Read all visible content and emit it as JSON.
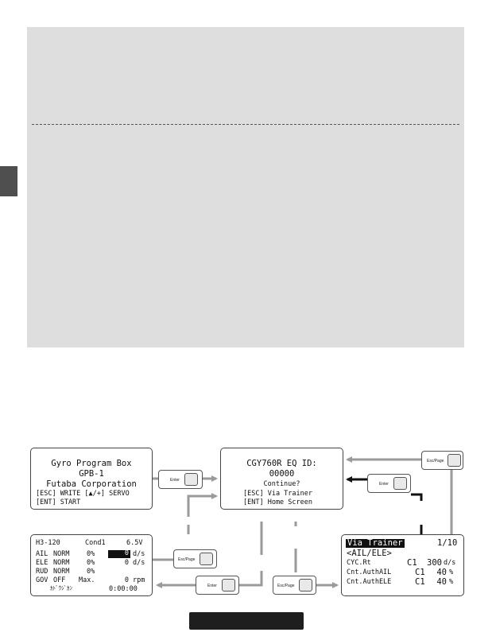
{
  "screen_startup": {
    "line1": "Gyro Program Box",
    "line2": "GPB-1",
    "line3": "Futaba Corporation",
    "line4": "[ESC] WRITE [▲/+] SERVO",
    "line5": "[ENT] START"
  },
  "screen_continue": {
    "line1": "CGY760R EQ ID:",
    "line2": "00000",
    "line3": "Continue?",
    "line4": "[ESC] Via Trainer",
    "line5": "[ENT] Home Screen"
  },
  "screen_home": {
    "header": [
      "H3-120",
      "Cond1",
      "6.5V"
    ],
    "rows": [
      {
        "label": "AIL",
        "mode": "NORM",
        "pct": "0%",
        "value": "0",
        "unit": "d/s"
      },
      {
        "label": "ELE",
        "mode": "NORM",
        "pct": "0%",
        "value": "0",
        "unit": "d/s"
      },
      {
        "label": "RUD",
        "mode": "NORM",
        "pct": "0%"
      }
    ],
    "gov": {
      "label": "GOV",
      "mode": "OFF",
      "max_label": "Max.",
      "value": "0",
      "unit": "rpm"
    },
    "timer": {
      "label": "ｶﾄﾞｳｼﾞｶﾝ",
      "value": "0:00:00"
    }
  },
  "screen_trainer": {
    "title": "Via Trainer",
    "page": "1/10",
    "subtitle": "<AIL/ELE>",
    "rows": [
      {
        "label": "CYC.Rt",
        "cond": "C1",
        "value": "300",
        "unit": "d/s"
      },
      {
        "label": "Cnt.AuthAIL",
        "cond": "C1",
        "value": "40",
        "unit": "%"
      },
      {
        "label": "Cnt.AuthELE",
        "cond": "C1",
        "value": "40",
        "unit": "%"
      }
    ]
  },
  "buttons": {
    "enter": "Enter",
    "esc_page": "Esc/Page"
  },
  "colors": {
    "arrow_gray": "#9a9a9a",
    "arrow_black": "#111111",
    "panel_bg": "#dedede"
  }
}
